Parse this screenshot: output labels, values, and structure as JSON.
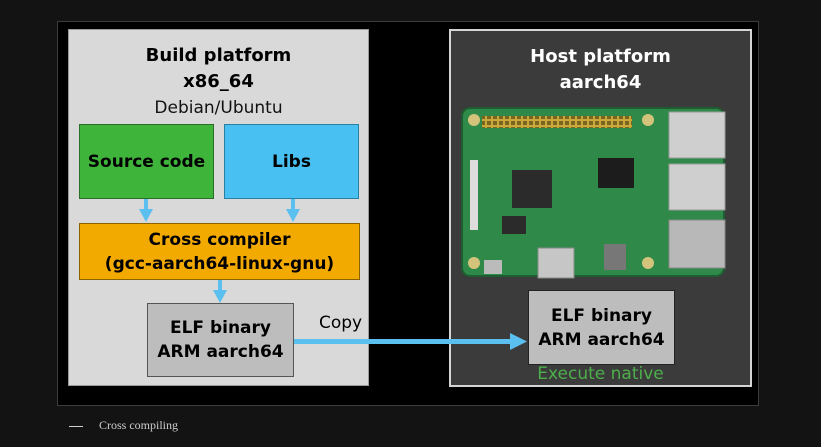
{
  "build": {
    "title": "Build platform",
    "arch": "x86_64",
    "os": "Debian/Ubuntu",
    "source": "Source code",
    "libs": "Libs",
    "compiler_line1": "Cross compiler",
    "compiler_line2": "(gcc-aarch64-linux-gnu)",
    "elf_line1": "ELF binary",
    "elf_line2": "ARM aarch64"
  },
  "host": {
    "title": "Host platform",
    "arch": "aarch64",
    "elf_line1": "ELF binary",
    "elf_line2": "ARM aarch64",
    "execute": "Execute native"
  },
  "arrow_copy": "Copy",
  "caption": "Cross compiling",
  "colors": {
    "source": "#3fb43b",
    "libs": "#48c1f2",
    "compiler": "#f3aa00",
    "arrow": "#5bc0f0",
    "execute": "#4caf4a"
  }
}
